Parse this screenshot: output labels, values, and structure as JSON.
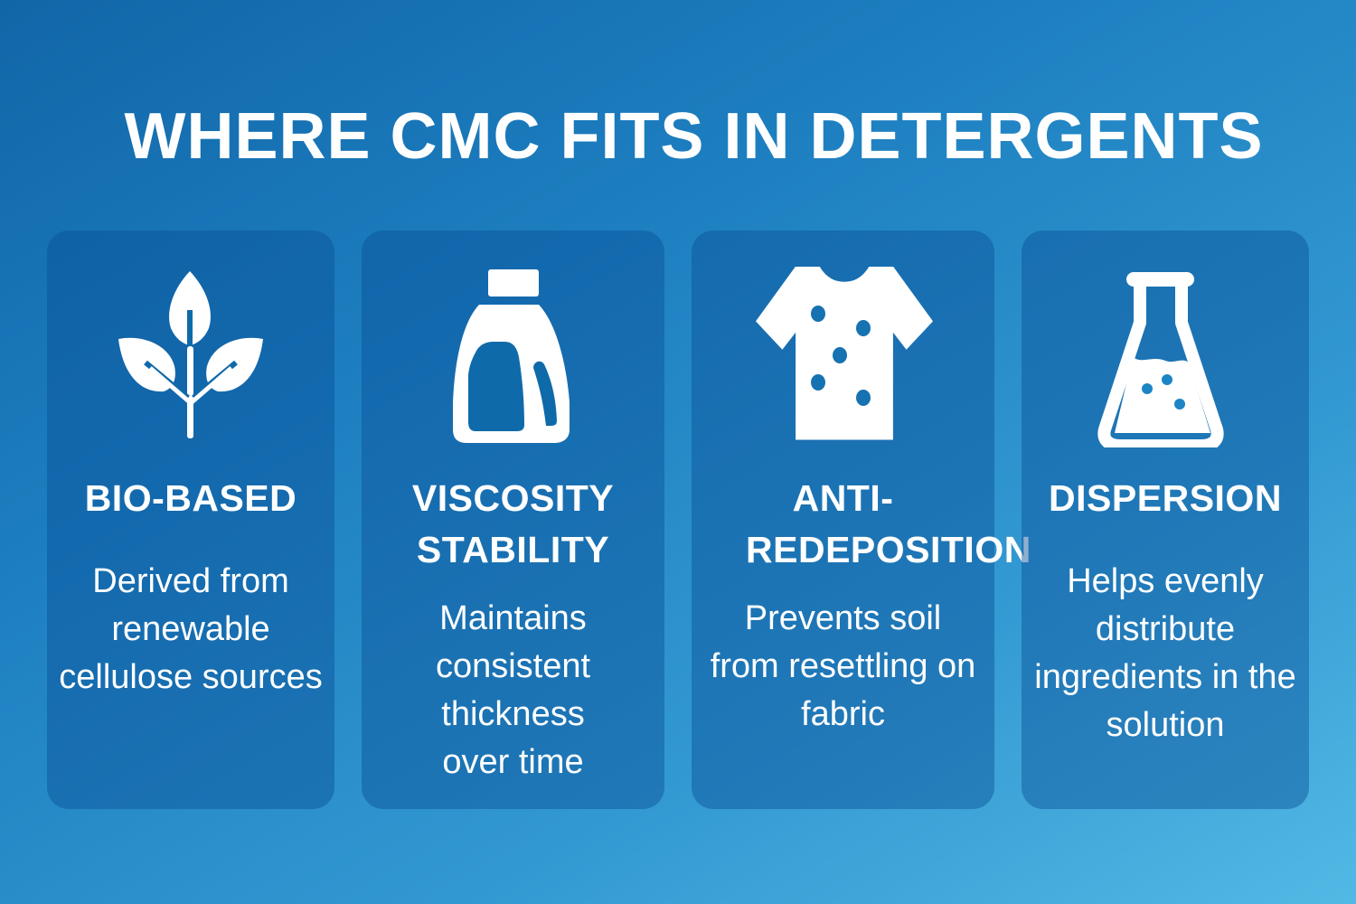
{
  "title": "WHERE CMC FITS IN DETERGENTS",
  "cards": [
    {
      "icon": "plant-sprout-icon",
      "title": "BIO-BASED",
      "description": "Derived from renewable cellulose sources"
    },
    {
      "icon": "detergent-bottle-icon",
      "title": "VISCOSITY STABILITY",
      "description": "Maintains consistent thickness over time"
    },
    {
      "icon": "stained-tshirt-icon",
      "title": "ANTI-REDEPOSITION",
      "description": "Prevents soil from resettling on fabric"
    },
    {
      "icon": "flask-icon",
      "title": "DISPERSION",
      "description": "Helps evenly distribute ingredients in the solution"
    }
  ],
  "colors": {
    "background_start": "#1166a8",
    "background_end": "#52b8e4",
    "text": "#ffffff"
  }
}
